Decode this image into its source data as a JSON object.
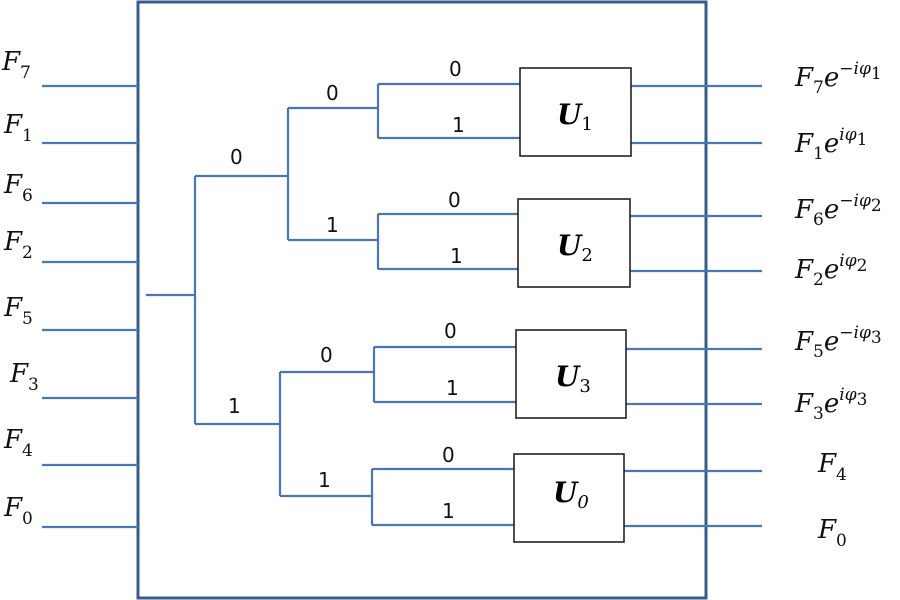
{
  "inputs": [
    {
      "base": "F",
      "sub": "7"
    },
    {
      "base": "F",
      "sub": "1"
    },
    {
      "base": "F",
      "sub": "6"
    },
    {
      "base": "F",
      "sub": "2"
    },
    {
      "base": "F",
      "sub": "5"
    },
    {
      "base": "F",
      "sub": "3"
    },
    {
      "base": "F",
      "sub": "4"
    },
    {
      "base": "F",
      "sub": "0"
    }
  ],
  "outputs": [
    {
      "base": "F",
      "sub": "7",
      "e": "e",
      "sup": "−iφ",
      "supsub": "1"
    },
    {
      "base": "F",
      "sub": "1",
      "e": "e",
      "sup": "iφ",
      "supsub": "1"
    },
    {
      "base": "F",
      "sub": "6",
      "e": "e",
      "sup": "−iφ",
      "supsub": "2"
    },
    {
      "base": "F",
      "sub": "2",
      "e": "e",
      "sup": "iφ",
      "supsub": "2"
    },
    {
      "base": "F",
      "sub": "5",
      "e": "e",
      "sup": "−iφ",
      "supsub": "3"
    },
    {
      "base": "F",
      "sub": "3",
      "e": "e",
      "sup": "iφ",
      "supsub": "3"
    },
    {
      "base": "F",
      "sub": "4"
    },
    {
      "base": "F",
      "sub": "0"
    }
  ],
  "unitaries": [
    {
      "name": "U",
      "sub": "1"
    },
    {
      "name": "U",
      "sub": "2"
    },
    {
      "name": "U",
      "sub": "3"
    },
    {
      "name": "U",
      "sub": "0"
    }
  ],
  "tree_labels": {
    "root_upper": "0",
    "root_lower": "1",
    "mid_a_upper": "0",
    "mid_a_lower": "1",
    "mid_b_upper": "0",
    "mid_b_lower": "1",
    "u1_in_upper": "0",
    "u1_in_lower": "1",
    "u2_in_upper": "0",
    "u2_in_lower": "1",
    "u3_in_upper": "0",
    "u3_in_lower": "1",
    "u0_in_upper": "0",
    "u0_in_lower": "1"
  }
}
